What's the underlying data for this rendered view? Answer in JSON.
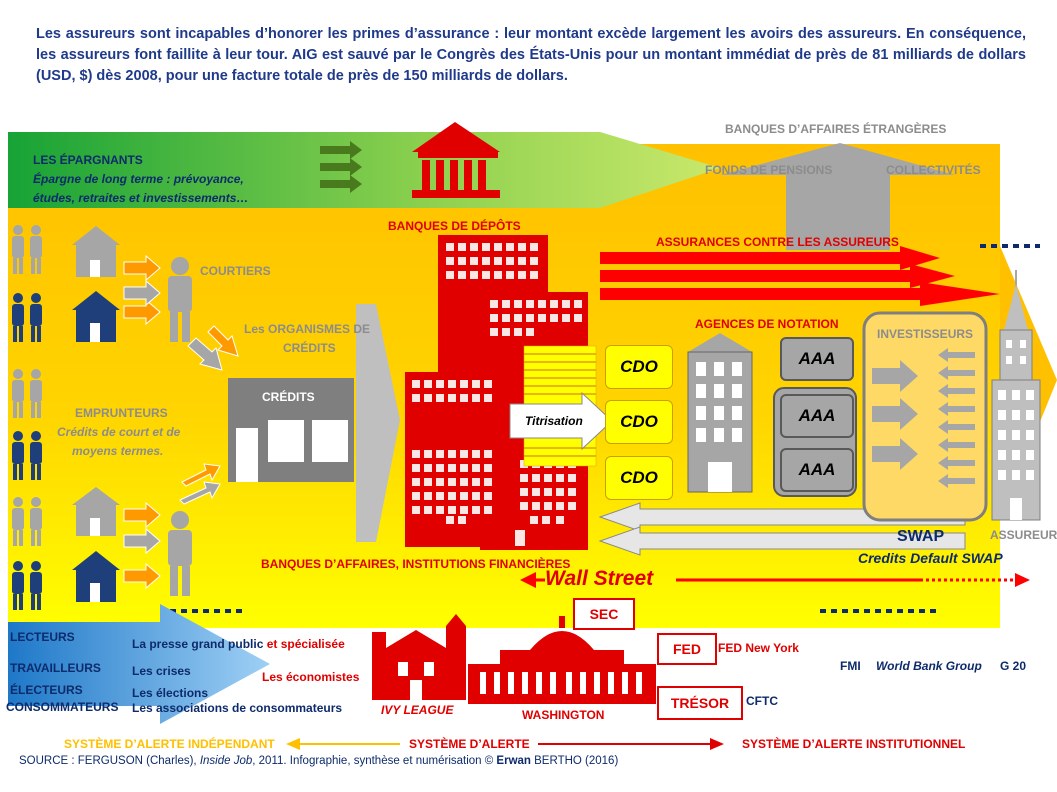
{
  "intro_text": "Les assureurs sont incapables d’honorer les primes d’assurance : leur montant excède largement les avoirs des assureurs. En conséquence, les assureurs font faillite à leur tour. AIG est sauvé par le Congrès des États-Unis pour un montant immédiat de près de 81 milliards de dollars (USD, $) dès 2008, pour une facture totale de près de 150 milliards de dollars.",
  "top": {
    "epargnants_title": "LES ÉPARGNANTS",
    "epargnants_desc_1": "Épargne de long terme : prévoyance,",
    "epargnants_desc_2": "études, retraites et investissements…",
    "banques_affaires_etrangeres": "BANQUES D’AFFAIRES ÉTRANGÈRES",
    "fonds_pensions": "FONDS DE PENSIONS",
    "collectivites": "COLLECTIVITÉS",
    "banques_depots": "BANQUES DE DÉPÔTS"
  },
  "left": {
    "courtiers": "COURTIERS",
    "organismes_1": "Les ORGANISMES DE",
    "organismes_2": "CRÉDITS",
    "credits": "CRÉDITS",
    "emprunteurs_title": "EMPRUNTEURS",
    "emprunteurs_desc_1": "Crédits de court et de",
    "emprunteurs_desc_2": "moyens termes."
  },
  "center": {
    "assurances_contre": "ASSURANCES CONTRE LES ASSUREURS",
    "agences_notation": "AGENCES DE NOTATION",
    "investisseurs": "INVESTISSEURS",
    "titrisation": "Titrisation",
    "cdo_labels": [
      "CDO",
      "CDO",
      "CDO"
    ],
    "aaa_labels": [
      "AAA",
      "AAA",
      "AAA"
    ],
    "swap": "SWAP",
    "credits_default_swap": "Credits Default SWAP",
    "assureurs": "ASSUREURS",
    "banques_affaires": "BANQUES D’AFFAIRES, INSTITUTIONS FINANCIÈRES",
    "wall_street": "Wall Street"
  },
  "bottom": {
    "lecteurs": "LECTEURS",
    "travailleurs": "TRAVAILLEURS",
    "electeurs": "ÉLECTEURS",
    "consommateurs": "CONSOMMATEURS",
    "presse_a": "La presse grand public",
    "presse_b": " et spécialisée",
    "crises": "Les crises",
    "economistes": "Les économistes",
    "elections": "Les élections",
    "associations": "Les associations de consommateurs",
    "ivy_league": "IVY LEAGUE",
    "washington": "WASHINGTON",
    "sec": "SEC",
    "fed": "FED",
    "fed_ny": "FED New York",
    "tresor": "TRÉSOR",
    "cftc": "CFTC",
    "fmi": "FMI",
    "world_bank": "World Bank Group",
    "g20": "G 20",
    "alerte_independant": "SYSTÈME D’ALERTE INDÉPENDANT",
    "alerte": "SYSTÈME D’ALERTE",
    "alerte_institutionnel": "SYSTÈME D’ALERTE INSTITUTIONNEL"
  },
  "source": {
    "prefix": "SOURCE : FERGUSON (Charles), ",
    "title": "Inside Job",
    "middle": ", 2011. Infographie, synthèse et numérisation © ",
    "author_first": "Erwan",
    "author_last": " BERTHO (2016)"
  },
  "colors": {
    "red": "#e00000",
    "navy": "#0d2b6b",
    "yellow_bg": "#ffc000",
    "green": "#2ea043",
    "blue_arrow": "#2f8fd8",
    "grey": "#a6a6a6"
  }
}
